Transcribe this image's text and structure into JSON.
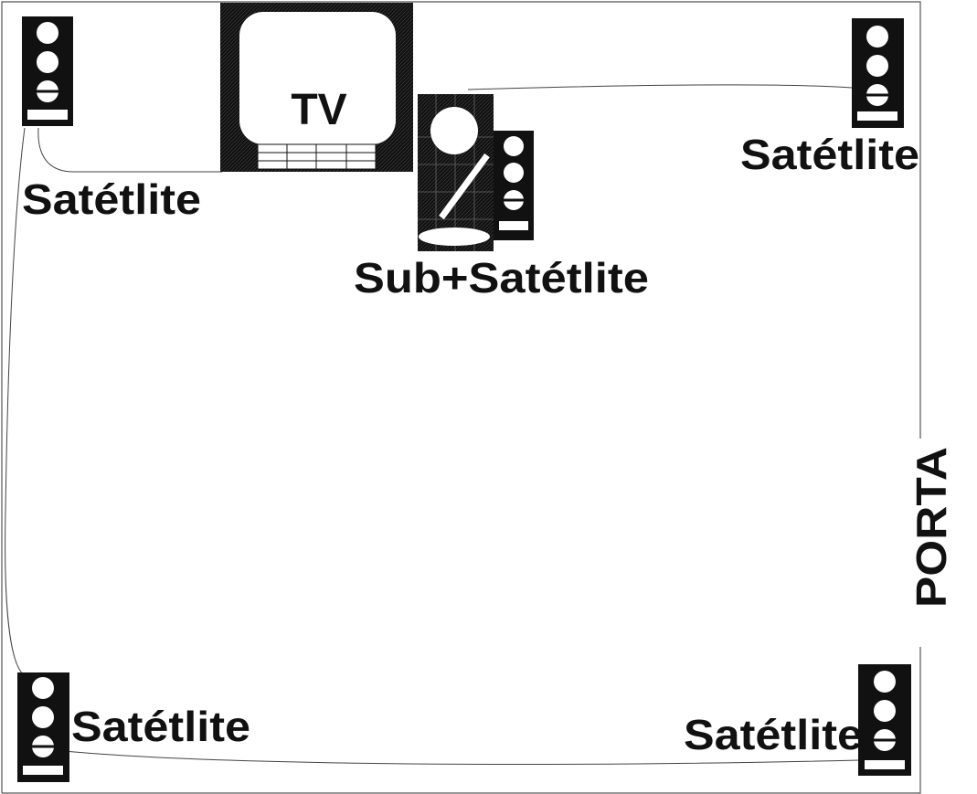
{
  "labels": {
    "tv": "TV",
    "satellite_top_left": "Satétlite",
    "satellite_top_right": "Satétlite",
    "sub_satellite": "Sub+Satétlite",
    "satellite_bottom_left": "Satétlite",
    "satellite_bottom_right": "Satétlite",
    "door": "PORTA"
  },
  "colors": {
    "ink": "#111111",
    "wall": "#555555",
    "wire": "#444444",
    "background": "#ffffff"
  }
}
